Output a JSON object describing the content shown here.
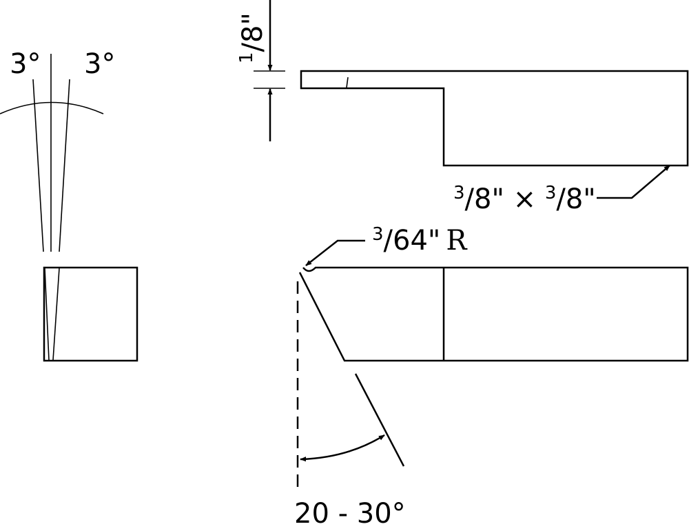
{
  "colors": {
    "line": "#000000",
    "background": "#ffffff"
  },
  "labels": {
    "angle_left": "3°",
    "angle_right": "3°",
    "thickness": {
      "numerator": "1",
      "denominator": "/8\""
    },
    "stock_size": {
      "part1_sup": "3",
      "part1": "/8\" × ",
      "part2_sup": "3",
      "part2": "/8\""
    },
    "nose_radius": {
      "sup": "3",
      "value": "/64\"",
      "unit": "R"
    },
    "side_angle": "20 - 30°"
  }
}
